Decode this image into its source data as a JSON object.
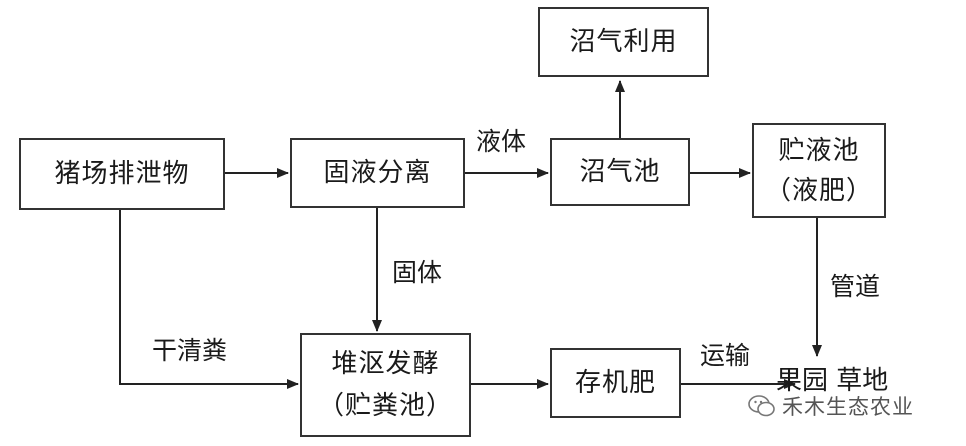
{
  "nodes": {
    "pig_farm": "猪场排泄物",
    "separation": "固液分离",
    "digester": "沼气池",
    "biogas_use": "沼气利用",
    "storage_pond": "贮液池",
    "storage_pond_sub": "（液肥）",
    "compost": "堆沤发酵",
    "compost_sub": "（贮粪池）",
    "organic_fertilizer": "存机肥",
    "orchard": "果园  草地"
  },
  "edges": {
    "liquid": "液体",
    "solid": "固体",
    "dry_clean": "干清粪",
    "pipeline": "管道",
    "transport": "运输"
  },
  "watermark": {
    "text": "禾木生态农业",
    "icon": "wechat-icon"
  }
}
